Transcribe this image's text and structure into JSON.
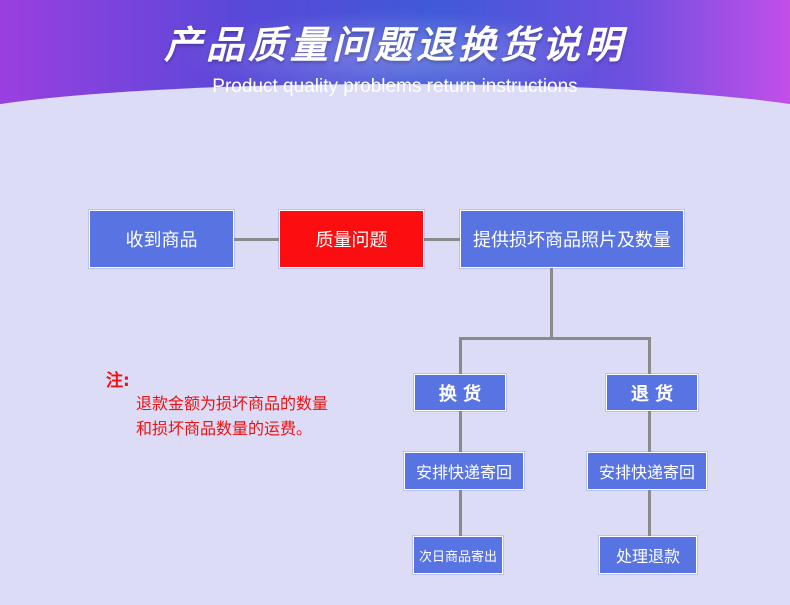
{
  "header": {
    "title": "产品质量问题退换货说明",
    "subtitle": "Product quality problems return instructions"
  },
  "flow": {
    "receive": "收到商品",
    "quality_issue": "质量问题",
    "provide_photos": "提供损坏商品照片及数量",
    "exchange": "换 货",
    "return": "退 货",
    "exchange_ship_back": "安排快递寄回",
    "return_ship_back": "安排快递寄回",
    "next_day_ship": "次日商品寄出",
    "refund": "处理退款"
  },
  "note": {
    "label": "注:",
    "lines": [
      "退款金额为损坏商品的数量",
      "和损坏商品数量的运费。"
    ]
  },
  "colors": {
    "box_blue": "#5874e2",
    "box_red": "#fc0d0f",
    "note_red": "#ee1111",
    "connector_gray": "#8a8a8a"
  }
}
